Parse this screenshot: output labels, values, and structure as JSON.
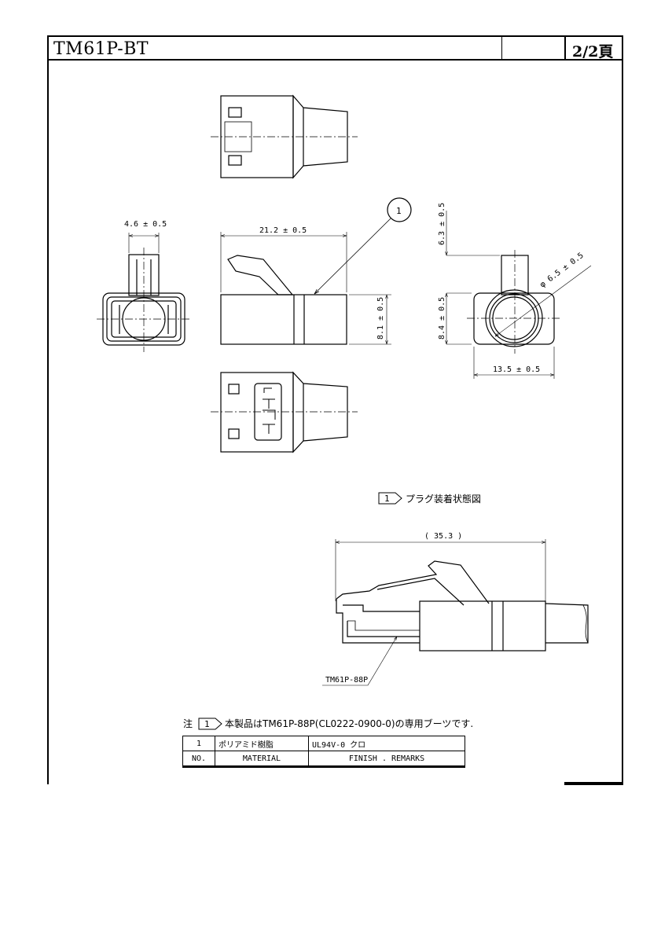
{
  "header": {
    "title": "TM61P-BT",
    "page": "2/2頁"
  },
  "dimensions": {
    "width_small": "4.6 ± 0.5",
    "length": "21.2 ± 0.5",
    "height": "8.1 ± 0.5",
    "top_offset": "6.3 ± 0.5",
    "diameter": "φ 6.5 ± 0.5",
    "lower_height": "8.4 ± 0.5",
    "bottom_width": "13.5 ± 0.5",
    "overall": "( 35.3 )"
  },
  "callout": {
    "number": "1",
    "legend_text": "プラグ装着状態図"
  },
  "plug_label": "TM61P-88P",
  "note": {
    "prefix": "注",
    "marker": "1",
    "text": "本製品はTM61P-88P(CL0222-0900-0)の専用ブーツです."
  },
  "bom": {
    "rows": [
      {
        "no": "1",
        "material": "ポリアミド樹脂",
        "finish": "UL94V-0 クロ"
      }
    ],
    "headers": {
      "no": "NO.",
      "material": "MATERIAL",
      "finish": "FINISH . REMARKS"
    }
  }
}
